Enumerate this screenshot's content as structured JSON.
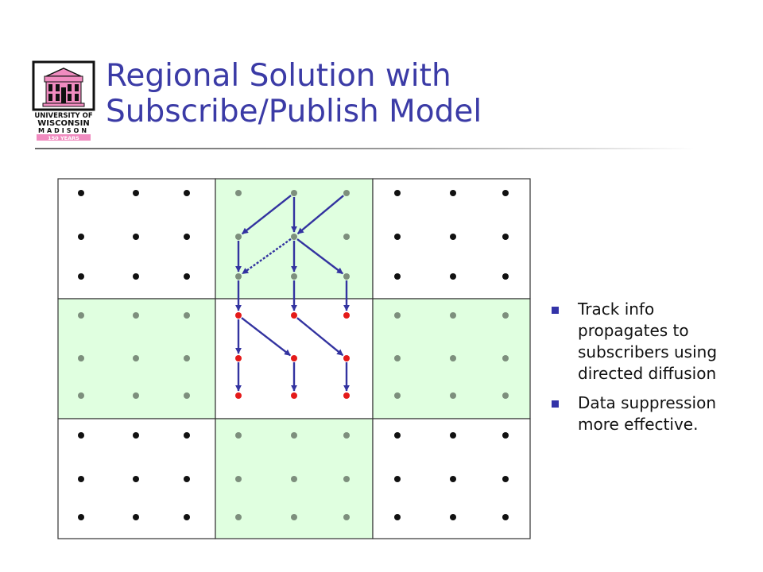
{
  "slide": {
    "title_lines": [
      "Regional Solution with",
      "Subscribe/Publish Model"
    ],
    "logo": {
      "lines": [
        "UNIVERSITY OF",
        "WISCONSIN",
        "MADISON",
        "150 YEARS"
      ],
      "colors": {
        "building": "#f08cc0",
        "frame": "#111111"
      }
    }
  },
  "diagram": {
    "type": "grid-network",
    "grid": {
      "rows": 3,
      "cols": 3,
      "nodes_per_cell": [
        3,
        3
      ]
    },
    "region_fill": {
      "0,0": "white",
      "0,1": "green",
      "0,2": "white",
      "1,0": "green",
      "1,1": "white",
      "1,2": "green",
      "2,0": "white",
      "2,1": "green",
      "2,2": "white"
    },
    "node_colors": {
      "white": "#111111",
      "green": "#7d8f7d",
      "active": "#e41a1a"
    },
    "colors": {
      "region_green": "#e0ffe0",
      "border": "#333333",
      "arrow": "#3333a0"
    },
    "active_cell": "1,1",
    "arrows": [
      {
        "from": [
          4,
          0
        ],
        "to": [
          3,
          1
        ]
      },
      {
        "from": [
          5,
          0
        ],
        "to": [
          4,
          1
        ]
      },
      {
        "from": [
          4,
          0
        ],
        "to": [
          4,
          1
        ]
      },
      {
        "from": [
          3,
          1
        ],
        "to": [
          3,
          2
        ]
      },
      {
        "from": [
          4,
          1
        ],
        "to": [
          4,
          2
        ]
      },
      {
        "from": [
          4,
          1
        ],
        "to": [
          5,
          2
        ]
      },
      {
        "from": [
          4,
          1
        ],
        "to": [
          3,
          2
        ],
        "style": "dotted"
      },
      {
        "from": [
          3,
          2
        ],
        "to": [
          3,
          3
        ]
      },
      {
        "from": [
          4,
          2
        ],
        "to": [
          4,
          3
        ]
      },
      {
        "from": [
          5,
          2
        ],
        "to": [
          5,
          3
        ]
      },
      {
        "from": [
          3,
          3
        ],
        "to": [
          3,
          4
        ]
      },
      {
        "from": [
          3,
          3
        ],
        "to": [
          4,
          4
        ]
      },
      {
        "from": [
          4,
          3
        ],
        "to": [
          5,
          4
        ]
      },
      {
        "from": [
          3,
          4
        ],
        "to": [
          3,
          5
        ]
      },
      {
        "from": [
          4,
          4
        ],
        "to": [
          4,
          5
        ]
      },
      {
        "from": [
          5,
          4
        ],
        "to": [
          5,
          5
        ]
      }
    ]
  },
  "bullets": [
    "Track info propagates to subscribers using directed diffusion",
    "Data suppression more effective."
  ]
}
